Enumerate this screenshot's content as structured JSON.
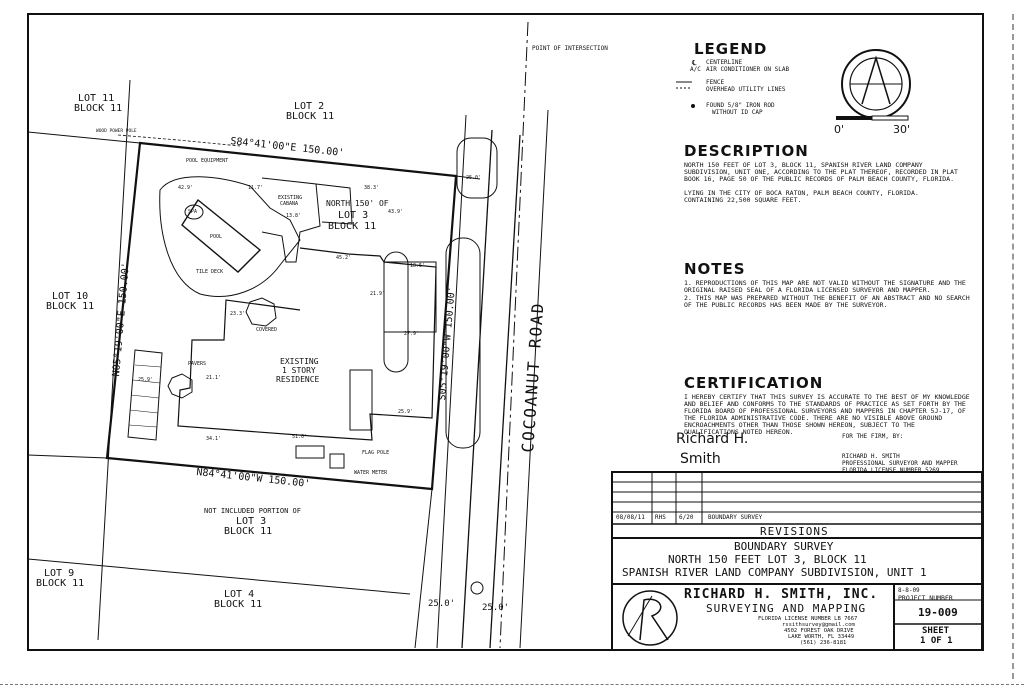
{
  "legend": {
    "title": "LEGEND",
    "items": [
      "CENTERLINE",
      "AIR CONDITIONER ON SLAB",
      "FENCE",
      "OVERHEAD UTILITY LINES",
      "FOUND 5/8\" IRON ROD",
      "WITHOUT ID CAP"
    ],
    "symbols": [
      "℄",
      "A/C"
    ]
  },
  "scale": {
    "start": "0'",
    "end": "30'"
  },
  "description": {
    "title": "DESCRIPTION",
    "text": "NORTH 150 FEET OF LOT 3, BLOCK 11, SPANISH RIVER LAND COMPANY SUBDIVISION, UNIT ONE, ACCORDING TO THE PLAT THEREOF, RECORDED IN PLAT BOOK 16, PAGE 50 OF THE PUBLIC RECORDS OF PALM BEACH COUNTY, FLORIDA.",
    "text2": "LYING IN THE CITY OF BOCA RATON, PALM BEACH COUNTY, FLORIDA. CONTAINING 22,500 SQUARE FEET."
  },
  "notes": {
    "title": "NOTES",
    "items": [
      "1.  REPRODUCTIONS OF THIS MAP ARE NOT VALID WITHOUT THE SIGNATURE AND THE ORIGINAL RAISED SEAL OF A FLORIDA LICENSED SURVEYOR AND MAPPER.",
      "2.  THIS MAP WAS PREPARED WITHOUT THE BENEFIT OF AN ABSTRACT AND NO SEARCH OF THE PUBLIC RECORDS HAS BEEN MADE BY THE SURVEYOR."
    ]
  },
  "certification": {
    "title": "CERTIFICATION",
    "text": "I HEREBY CERTIFY THAT THIS SURVEY IS ACCURATE TO THE BEST OF MY KNOWLEDGE AND BELIEF AND CONFORMS TO THE STANDARDS OF PRACTICE AS SET FORTH BY THE FLORIDA BOARD OF PROFESSIONAL SURVEYORS AND MAPPERS IN CHAPTER 5J-17, OF THE FLORIDA ADMINISTRATIVE CODE. THERE ARE NO VISIBLE ABOVE GROUND ENCROACHMENTS OTHER THAN THOSE SHOWN HEREON, SUBJECT TO THE QUALIFICATIONS NOTED HEREON.",
    "signature_line1": "Richard H.",
    "signature_line2": "Smith",
    "for_firm": "FOR THE FIRM, BY:",
    "signer": "RICHARD H. SMITH",
    "signer_title": "PROFESSIONAL SURVEYOR AND MAPPER",
    "license": "FLORIDA LICENSE NUMBER 5269"
  },
  "revisions": {
    "row": [
      "08/08/11",
      "RHS",
      "6/20",
      "BOUNDARY SURVEY"
    ],
    "label": "REVISIONS"
  },
  "survey_title": {
    "line1": "BOUNDARY SURVEY",
    "line2": "NORTH 150 FEET LOT 3, BLOCK 11",
    "line3": "SPANISH RIVER LAND COMPANY SUBDIVISION, UNIT 1"
  },
  "firm": {
    "name": "RICHARD H. SMITH, INC.",
    "sub": "SURVEYING AND MAPPING",
    "license": "FLORIDA LICENSE NUMBER LB 7667",
    "email": "rssithsurvey@gmail.com",
    "address1": "4502 FOREST OAK DRIVE",
    "address2": "LAKE WORTH, FL 33449",
    "phone": "(561) 236-8181",
    "date": "8-8-09",
    "project_label": "PROJECT NUMBER",
    "project_number": "19-009",
    "sheet_label": "SHEET",
    "sheet_value": "1 OF 1"
  },
  "plan": {
    "lot_11_block_11": [
      "LOT 11",
      "BLOCK 11"
    ],
    "lot_2_block_11": [
      "LOT 2",
      "BLOCK 11"
    ],
    "lot_10_block_11": [
      "LOT 10",
      "BLOCK 11"
    ],
    "lot_9_block_11": [
      "LOT 9",
      "BLOCK 11"
    ],
    "lot_4_block_11": [
      "LOT 4",
      "BLOCK 11"
    ],
    "lot_3_north": [
      "NORTH 150' OF",
      "LOT 3",
      "BLOCK 11"
    ],
    "not_included": [
      "NOT INCLUDED PORTION OF",
      "LOT 3",
      "BLOCK 11"
    ],
    "bearing_north": "S84°41'00\"E 150.00'",
    "bearing_south": "N84°41'00\"W 150.00'",
    "bearing_west": "N05°19'00\"E 150.00'",
    "bearing_east": "S05°19'00\"W 150.00'",
    "road": "COCOANUT ROAD",
    "point_of_intersection": "POINT OF INTERSECTION",
    "residence": [
      "EXISTING",
      "1 STORY",
      "RESIDENCE"
    ],
    "pool": "POOL",
    "spa": "SPA",
    "tile_deck": "TILE DECK",
    "pool_equipment": "POOL EQUIPMENT",
    "wood_power_pole": "WOOD POWER POLE",
    "existing_cabana": [
      "EXISTING",
      "CABANA"
    ],
    "covered": "COVERED",
    "pavers": "PAVERS",
    "flag_pole": "FLAG POLE",
    "water_meter": "WATER METER",
    "dim_25a": "25.0'",
    "dim_25b": "25.0'",
    "dims": [
      "42.9'",
      "11.7'",
      "38.3'",
      "43.9'",
      "13.8'",
      "45.2'",
      "25.0'",
      "21.9'",
      "10.5'",
      "27.9'",
      "25.9'",
      "34.1'",
      "51.0'",
      "25.9'",
      "21.1'",
      "23.3'"
    ]
  }
}
